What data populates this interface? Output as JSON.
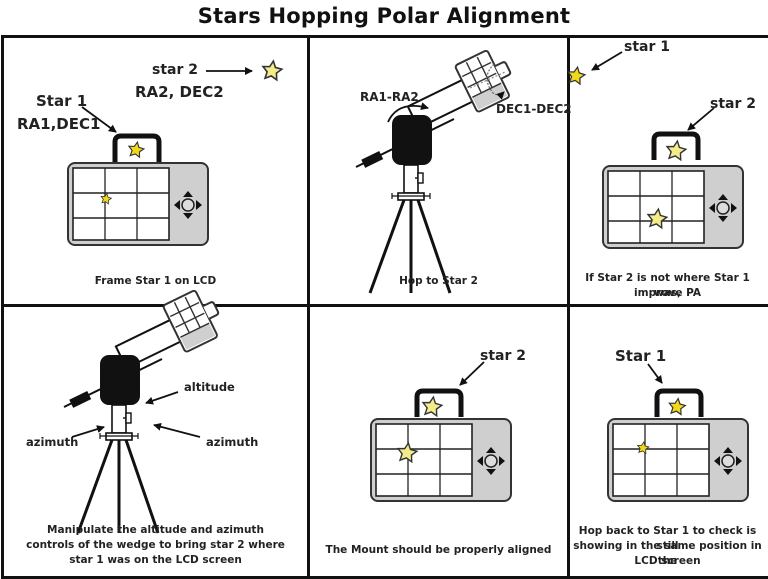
{
  "title": "Stars Hopping Polar Alignment",
  "colors": {
    "border": "#111111",
    "camera_body": "#cfcfcf",
    "star_fill_bright": "#f2d81c",
    "star_fill_pale": "#f4ec8a",
    "star_stroke": "#333333"
  },
  "panels": [
    {
      "id": 1,
      "labels": {
        "star1_name": "Star 1",
        "star1_coords": "RA1,DEC1",
        "star2_name": "star 2",
        "star2_coords": "RA2, DEC2"
      },
      "caption": "Frame Star 1 on LCD"
    },
    {
      "id": 2,
      "labels": {
        "ra": "RA1-RA2",
        "dec": "DEC1-DEC2"
      },
      "caption": "Hop to Star 2"
    },
    {
      "id": 3,
      "labels": {
        "star1": "star 1",
        "star2": "star 2"
      },
      "caption_line1": "If Star 2 is not where Star 1 was,",
      "caption_line2": "improve PA"
    },
    {
      "id": 4,
      "labels": {
        "altitude": "altitude",
        "azimuth_left": "azimuth",
        "azimuth_right": "azimuth"
      },
      "caption_line1": "Manipulate the altitude and azimuth",
      "caption_line2": "controls of the wedge to bring star 2 where",
      "caption_line3": "star 1 was on the LCD screen"
    },
    {
      "id": 5,
      "labels": {
        "star2": "star 2"
      },
      "caption": "The Mount should be properly aligned"
    },
    {
      "id": 6,
      "labels": {
        "star1": "Star 1"
      },
      "caption_line1": "Hop back to Star 1 to check is still",
      "caption_line2": "showing in the same position in the",
      "caption_line3": "LCD screen"
    }
  ]
}
